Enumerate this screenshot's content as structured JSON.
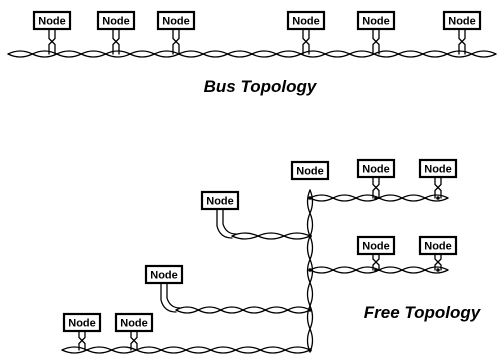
{
  "node_label": "Node",
  "bus": {
    "caption": "Bus Topology",
    "node_count": 6
  },
  "free": {
    "caption": "Free Topology",
    "node_count": 9
  },
  "colors": {
    "line": "#000000",
    "background": "#ffffff"
  }
}
